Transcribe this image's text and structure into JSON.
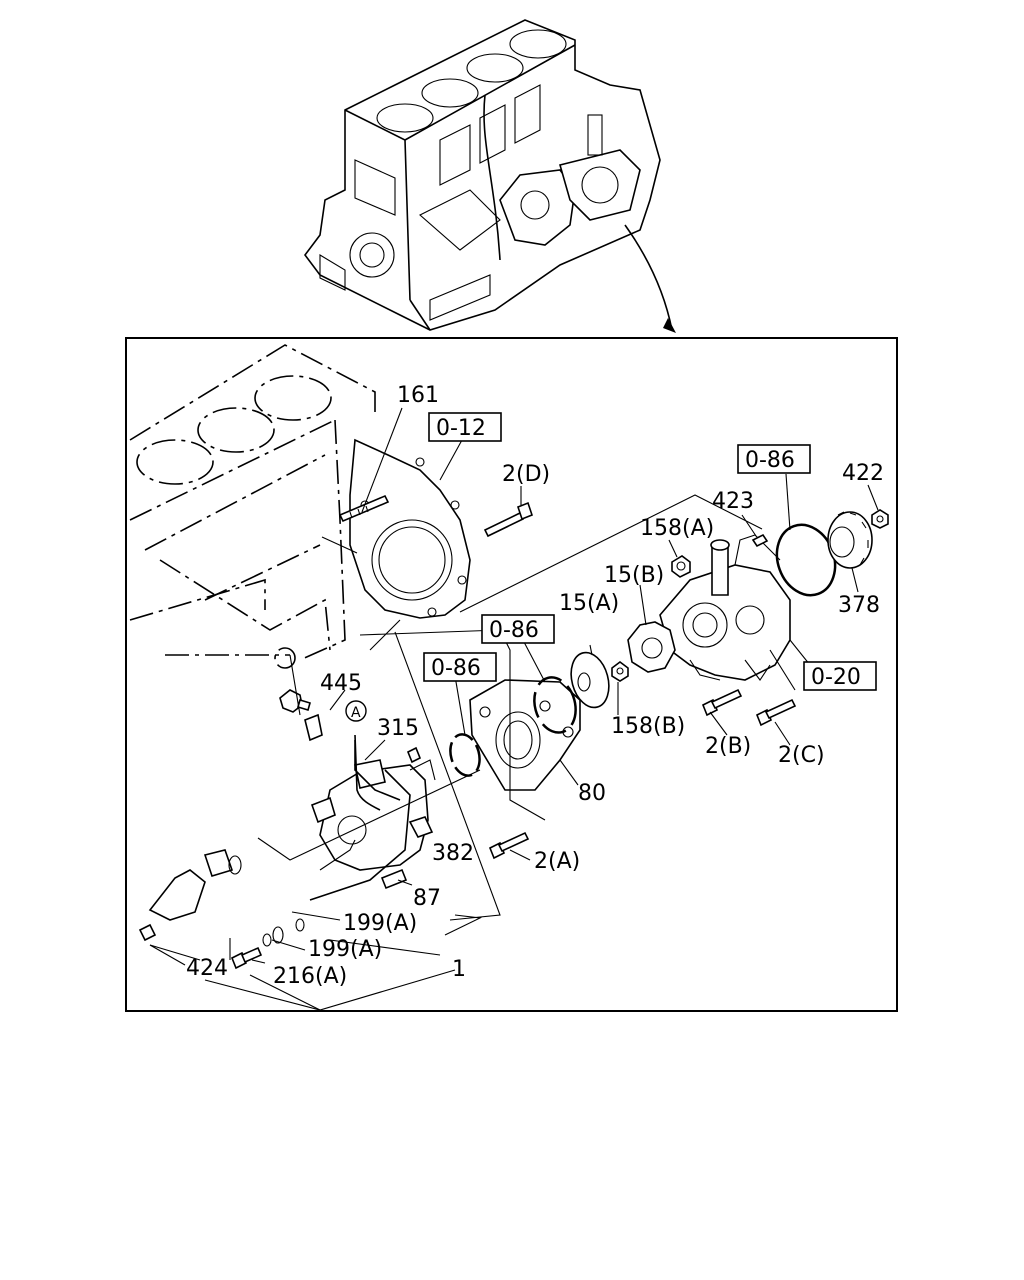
{
  "callouts": {
    "p161": "161",
    "p0_12": "0-12",
    "p2d": "2(D)",
    "p0_86_top": "0-86",
    "p422": "422",
    "p423": "423",
    "p158a": "158(A)",
    "p15b": "15(B)",
    "p15a": "15(A)",
    "p0_86_mid": "0-86",
    "p0_86_left": "0-86",
    "p378": "378",
    "p0_20": "0-20",
    "p445": "445",
    "pA": "A",
    "p315": "315",
    "p158b": "158(B)",
    "p2b": "2(B)",
    "p2c": "2(C)",
    "p80": "80",
    "p382": "382",
    "p2a": "2(A)",
    "p87": "87",
    "p199a_1": "199(A)",
    "p199a_2": "199(A)",
    "p424": "424",
    "p216a": "216(A)",
    "p1": "1"
  }
}
